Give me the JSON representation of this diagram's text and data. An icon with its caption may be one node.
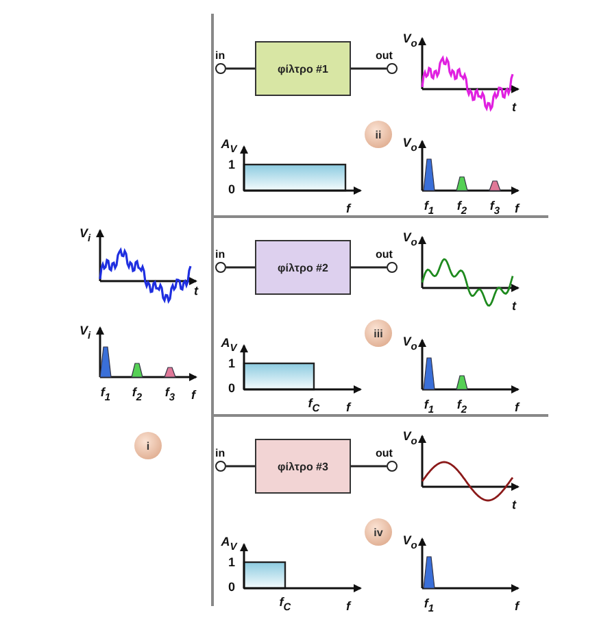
{
  "diagram": {
    "nodes": [
      {
        "text": [
          "i"
        ]
      },
      {
        "text": [
          "in"
        ]
      },
      {
        "text": [
          "φίλτρο #1"
        ]
      },
      {
        "text": [
          "out"
        ]
      },
      {
        "text": [
          "ii"
        ]
      },
      {
        "text": [
          "in"
        ]
      },
      {
        "text": [
          "φίλτρο #2"
        ]
      },
      {
        "text": [
          "out"
        ]
      },
      {
        "text": [
          "iii"
        ]
      },
      {
        "text": [
          "in"
        ]
      },
      {
        "text": [
          "φίλτρο #3"
        ]
      },
      {
        "text": [
          "out"
        ]
      },
      {
        "text": [
          "iv"
        ]
      }
    ],
    "edges": [
      {
        "from": 1,
        "to": 2,
        "arrow": "none"
      },
      {
        "from": 2,
        "to": 3,
        "arrow": "none"
      },
      {
        "from": 5,
        "to": 6,
        "arrow": "none"
      },
      {
        "from": 6,
        "to": 7,
        "arrow": "none"
      },
      {
        "from": 9,
        "to": 10,
        "arrow": "none"
      },
      {
        "from": 10,
        "to": 11,
        "arrow": "none"
      }
    ],
    "labels": [
      "V$_{i}$",
      "t",
      "V$_{i}$",
      "f$_{1}$",
      "f$_{2}$",
      "f$_{3}$",
      "f",
      "V$_{o}$",
      "t",
      "A$_{V}$",
      "1",
      "0",
      "f",
      "V$_{o}$",
      "f$_{1}$",
      "f$_{2}$",
      "f$_{3}$",
      "f",
      "V$_{o}$",
      "t",
      "A$_{V}$",
      "1",
      "0",
      "f$_{C}$",
      "f",
      "V$_{o}$",
      "f$_{1}$",
      "f$_{2}$",
      "f",
      "V$_{o}$",
      "t",
      "A$_{V}$",
      "1",
      "0",
      "f$_{C}$",
      "f",
      "V$_{o}$",
      "f$_{1}$",
      "f"
    ]
  }
}
